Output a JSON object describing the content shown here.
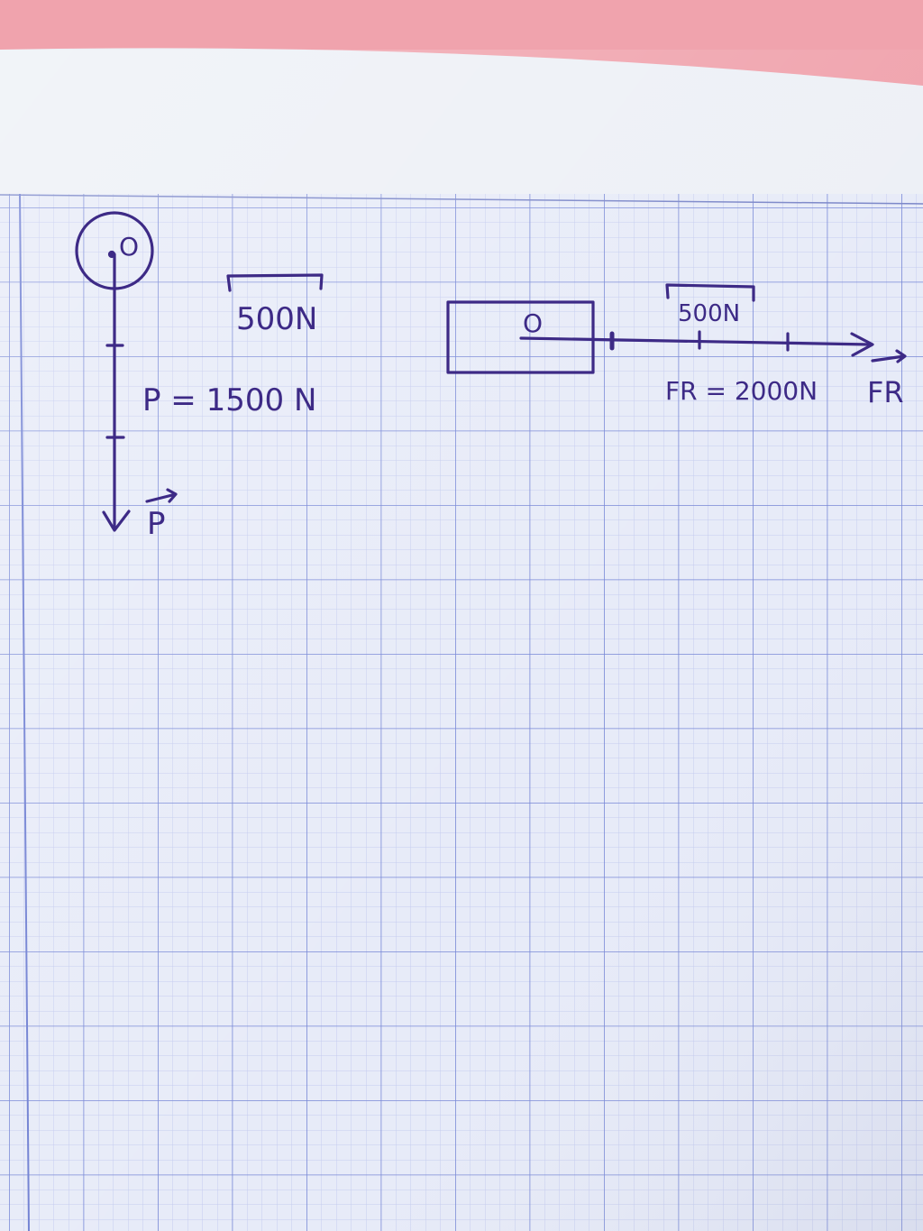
{
  "paper": {
    "grid_minor_color": "#b9c2ea",
    "grid_major_color": "#6f7fd2",
    "paper_color": "#eef0f8",
    "background_color": "#f0a3ad",
    "ink_color": "#3d2a86"
  },
  "left_diagram": {
    "origin_label": "O",
    "scale_label": "500N",
    "magnitude_label": "P = 1500 N",
    "vector_label": "P",
    "vector_has_arrow": true
  },
  "right_diagram": {
    "origin_label": "O",
    "scale_label": "500N",
    "magnitude_label": "FR = 2000N",
    "vector_label": "FR",
    "vector_has_arrow": true
  }
}
